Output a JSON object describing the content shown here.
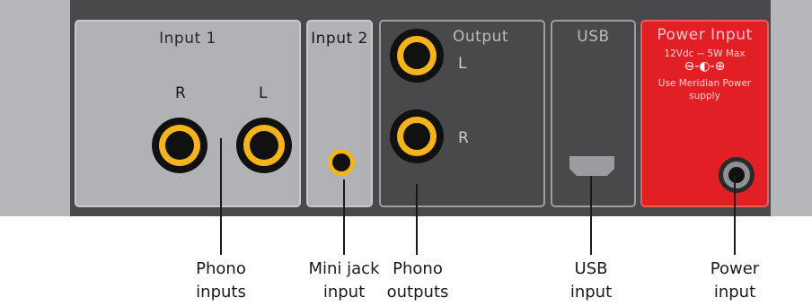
{
  "sections": {
    "input1": {
      "title": "Input 1",
      "right_label": "R",
      "left_label": "L"
    },
    "input2": {
      "title": "Input 2"
    },
    "output": {
      "title": "Output",
      "left_label": "L",
      "right_label": "R"
    },
    "usb": {
      "title": "USB"
    },
    "power": {
      "title": "Power Input",
      "spec": "12Vdc ⎓ 5W Max",
      "polarity": "⊖-◐-⊕",
      "note_line1": "Use Meridian Power",
      "note_line2": "supply"
    }
  },
  "captions": {
    "phono_inputs": {
      "line1": "Phono",
      "line2": "inputs"
    },
    "mini_jack": {
      "line1": "Mini jack",
      "line2": "input"
    },
    "phono_outputs": {
      "line1": "Phono",
      "line2": "outputs"
    },
    "usb_input": {
      "line1": "USB",
      "line2": "input"
    },
    "power_input": {
      "line1": "Power",
      "line2": "input"
    }
  },
  "colors": {
    "panel": "#48494b",
    "light_section": "#b0b2b5",
    "power_section": "#e31f26",
    "jack_ring": "#f6b41c"
  }
}
